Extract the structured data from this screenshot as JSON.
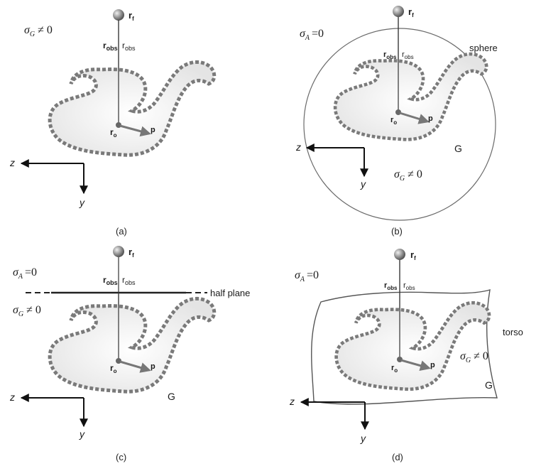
{
  "symbols": {
    "r_letter": "r",
    "sub_f": "f",
    "sub_obs": "obs",
    "sub_o": "o",
    "p": "p",
    "sigma": "σ",
    "sub_G": "G",
    "sub_A": "A",
    "neq_zero": "≠ 0",
    "eq_zero": "=0",
    "G": "G",
    "z": "z",
    "y": "y"
  },
  "labels": {
    "sphere": "sphere",
    "half_plane": "half plane",
    "torso": "torso"
  },
  "captions": {
    "a": "(a)",
    "b": "(b)",
    "c": "(c)",
    "d": "(d)"
  }
}
